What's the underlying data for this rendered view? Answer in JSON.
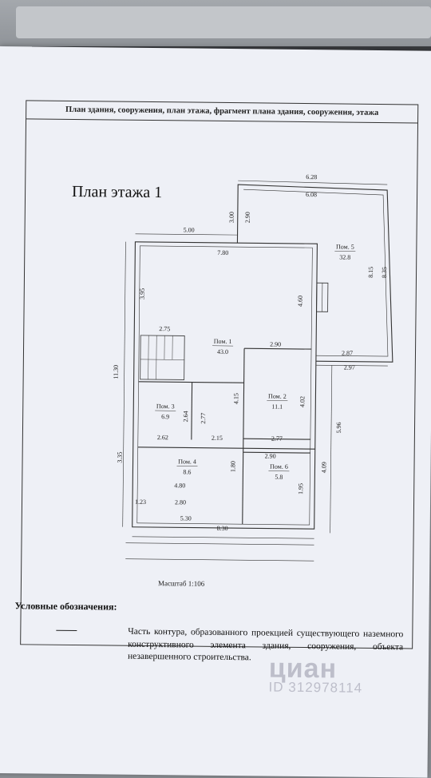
{
  "header": "План здания, сооружения, план этажа, фрагмент плана здания, сооружения, этажа",
  "plan_title": "План этажа 1",
  "rooms": [
    {
      "name": "Пом. 1",
      "area": "43.0"
    },
    {
      "name": "Пом. 2",
      "area": "11.1"
    },
    {
      "name": "Пом. 3",
      "area": "6.9"
    },
    {
      "name": "Пом. 4",
      "area": "8.6"
    },
    {
      "name": "Пом. 5",
      "area": "32.8"
    },
    {
      "name": "Пом. 6",
      "area": "5.8"
    }
  ],
  "dimensions": {
    "d628": "6.28",
    "d608": "6.08",
    "d300": "3.00",
    "d290a": "2.90",
    "d500": "5.00",
    "d780": "7.80",
    "d815": "8.15",
    "d835": "8.35",
    "d395": "3.95",
    "d460": "4.60",
    "d275": "2.75",
    "d290b": "2.90",
    "d287": "2.87",
    "d297": "2.97",
    "d1130": "11.30",
    "d415": "4.15",
    "d402": "4.02",
    "d264": "2.64",
    "d277a": "2.77",
    "d262": "2.62",
    "d215": "2.15",
    "d277b": "2.77",
    "d596": "5.96",
    "d290c": "2.90",
    "d335": "3.35",
    "d180": "1.80",
    "d195": "1.95",
    "d409": "4.09",
    "d480": "4.80",
    "d123": "1.23",
    "d280": "2.80",
    "d530": "5.30",
    "d830": "8.30"
  },
  "scale": "Масштаб 1:106",
  "legend": {
    "title": "Условные обозначения:",
    "text": "Часть контура, образованного проекцией существующего наземного конструктивного элемента здания, сооружения, объекта незавершенного строительства."
  },
  "watermark": {
    "logo": "циан",
    "id": "ID 312978114"
  }
}
